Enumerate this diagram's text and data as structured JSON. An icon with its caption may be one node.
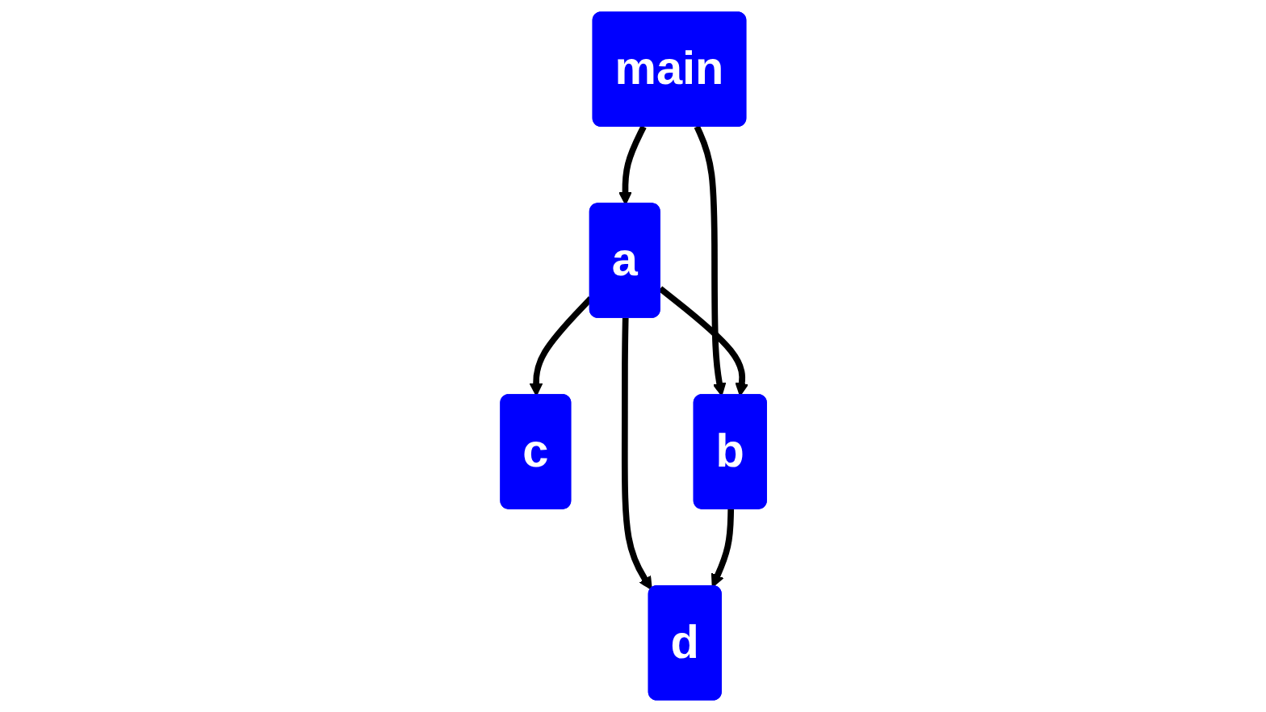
{
  "diagram": {
    "nodes": [
      {
        "text": [
          "main"
        ]
      },
      {
        "text": [
          "c"
        ]
      },
      {
        "text": [
          "a"
        ]
      },
      {
        "text": [
          "b"
        ]
      },
      {
        "text": [
          "d"
        ]
      }
    ],
    "edges": [
      {
        "from": 0,
        "to": 3,
        "arrow": "to"
      },
      {
        "from": 0,
        "to": 2,
        "arrow": "to"
      },
      {
        "from": 2,
        "to": 1,
        "arrow": "to"
      },
      {
        "from": 2,
        "to": 3,
        "arrow": "to"
      },
      {
        "from": 2,
        "to": 4,
        "arrow": "to"
      },
      {
        "from": 3,
        "to": 4,
        "arrow": "to"
      }
    ]
  }
}
